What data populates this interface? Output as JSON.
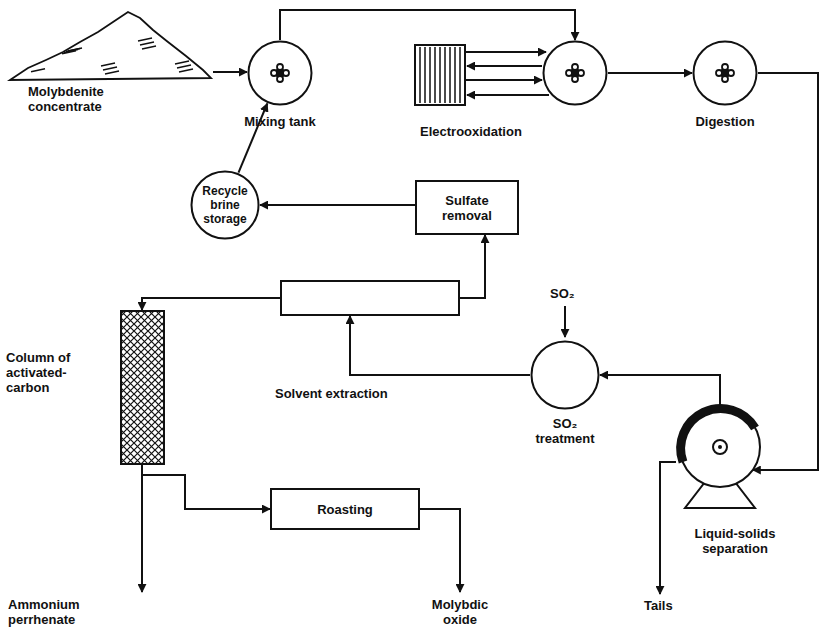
{
  "diagram": {
    "nodes": [
      {
        "text": [
          "Molybdenite concentrate"
        ]
      },
      {
        "text": [
          "Mixing tank"
        ]
      },
      {
        "text": [
          "Electrooxidation"
        ]
      },
      {
        "text": [
          "Digestion"
        ]
      },
      {
        "text": [
          "Recycle brine storage"
        ]
      },
      {
        "text": [
          "Sulfate removal"
        ]
      },
      {
        "text": [
          "Solvent extraction"
        ]
      },
      {
        "text": [
          "SO₂ treatment"
        ]
      },
      {
        "text": [
          "Liquid-solids separation"
        ]
      },
      {
        "text": [
          "Column of activated-carbon"
        ]
      },
      {
        "text": [
          "Roasting"
        ]
      }
    ],
    "edges": [
      {
        "from": 0,
        "to": 1,
        "arrow": "to"
      },
      {
        "from": 4,
        "to": 1,
        "arrow": "to"
      },
      {
        "from": 1,
        "to": 2,
        "arrow": "to"
      },
      {
        "from": 2,
        "to": 3,
        "arrow": "to"
      },
      {
        "from": 3,
        "to": 8,
        "arrow": "to"
      },
      {
        "from": 8,
        "to": 7,
        "arrow": "to"
      },
      {
        "from": 7,
        "to": 6,
        "arrow": "to"
      },
      {
        "from": 6,
        "to": 5,
        "arrow": "to"
      },
      {
        "from": 5,
        "to": 4,
        "arrow": "to"
      },
      {
        "from": 6,
        "to": 9,
        "arrow": "to"
      },
      {
        "from": 9,
        "to": 10,
        "arrow": "to"
      }
    ],
    "labels": [
      "SO₂",
      "Ammonium perrhenate",
      "Molybdic oxide",
      "Tails"
    ]
  }
}
